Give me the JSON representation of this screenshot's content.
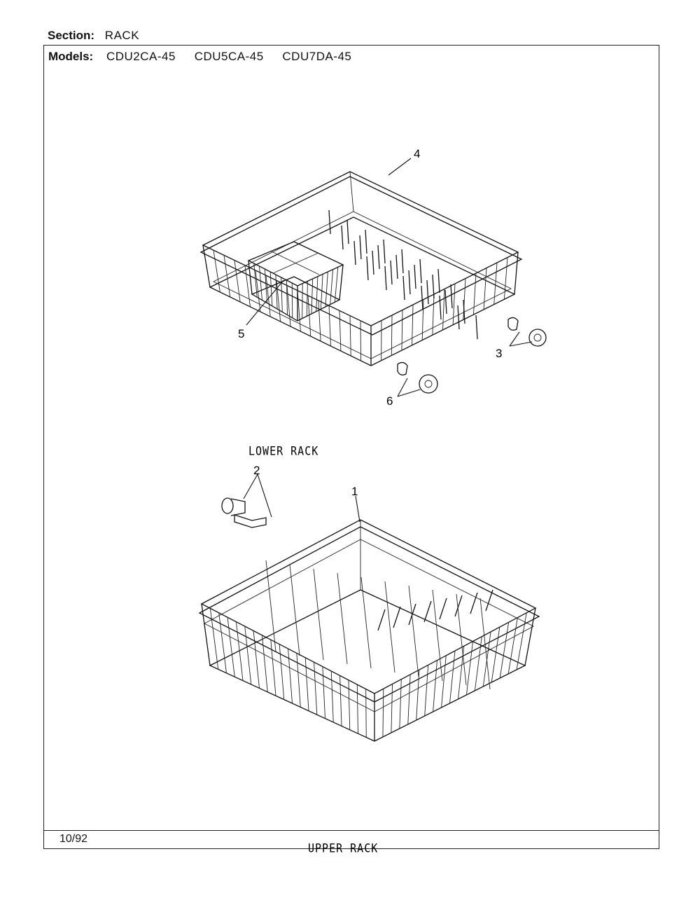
{
  "header": {
    "section_label": "Section:",
    "section_value": "RACK",
    "models_label": "Models:",
    "models": [
      "CDU2CA-45",
      "CDU5CA-45",
      "CDU7DA-45"
    ]
  },
  "diagram": {
    "lower_rack_title": "LOWER RACK",
    "upper_rack_title": "UPPER RACK",
    "callouts": {
      "part_1": "1",
      "part_2": "2",
      "part_3": "3",
      "part_4": "4",
      "part_5": "5",
      "part_6": "6"
    }
  },
  "footer": {
    "date": "10/92"
  }
}
